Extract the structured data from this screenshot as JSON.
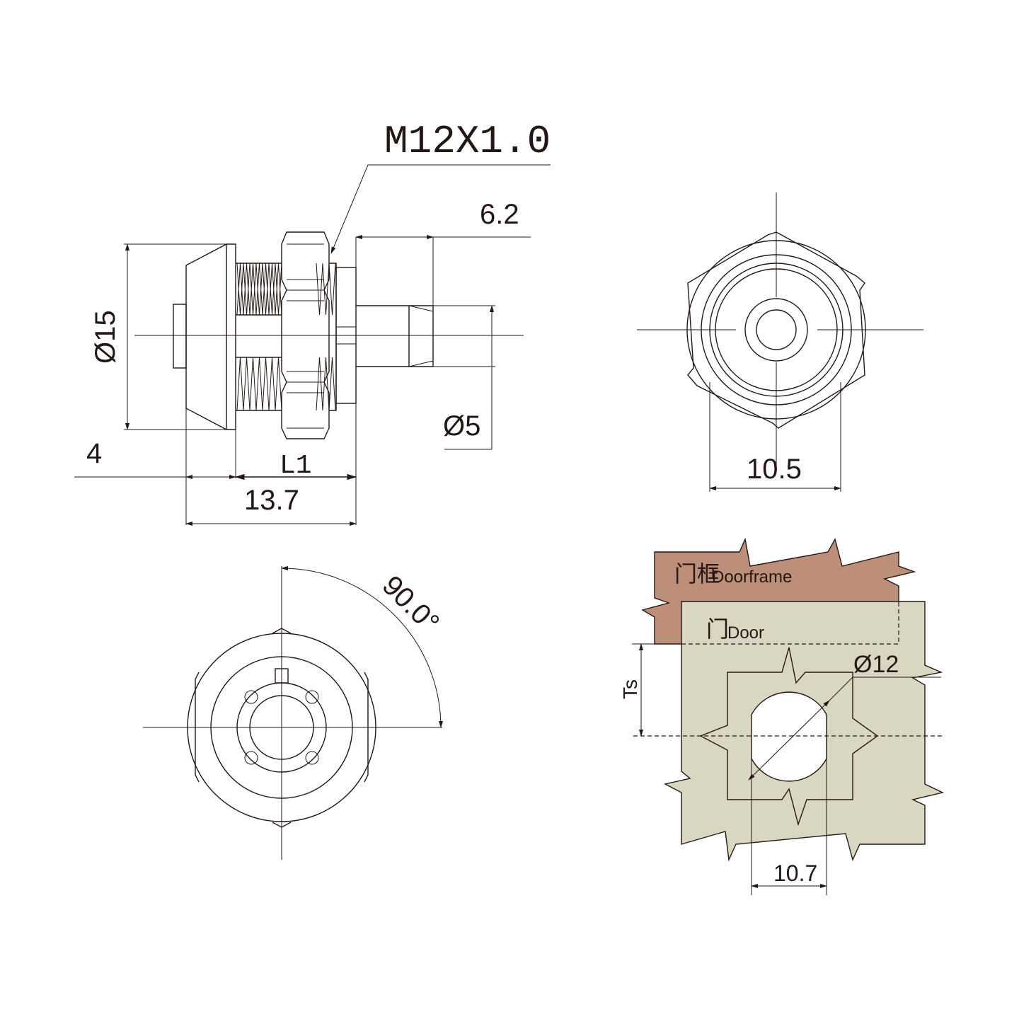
{
  "side_view": {
    "thread_label": "M12X1.0",
    "dim_shaft_length": "6.2",
    "dim_flange_diameter": "Ø15",
    "dim_shaft_diameter": "Ø5",
    "dim_flange_thickness": "4",
    "dim_l1": "L1",
    "dim_total_length": "13.7"
  },
  "front_view": {
    "dim_width": "10.5"
  },
  "rear_view": {
    "rotation_angle": "90.0°"
  },
  "installation": {
    "doorframe_label_cn": "门框",
    "doorframe_label_en": "Doorframe",
    "door_label_cn": "门",
    "door_label_en": "Door",
    "dim_hole_diameter": "Ø12",
    "dim_flat_width": "10.7",
    "dim_ts": "Ts",
    "colors": {
      "doorframe": "#bd8f79",
      "door": "#d9d6c1"
    }
  }
}
